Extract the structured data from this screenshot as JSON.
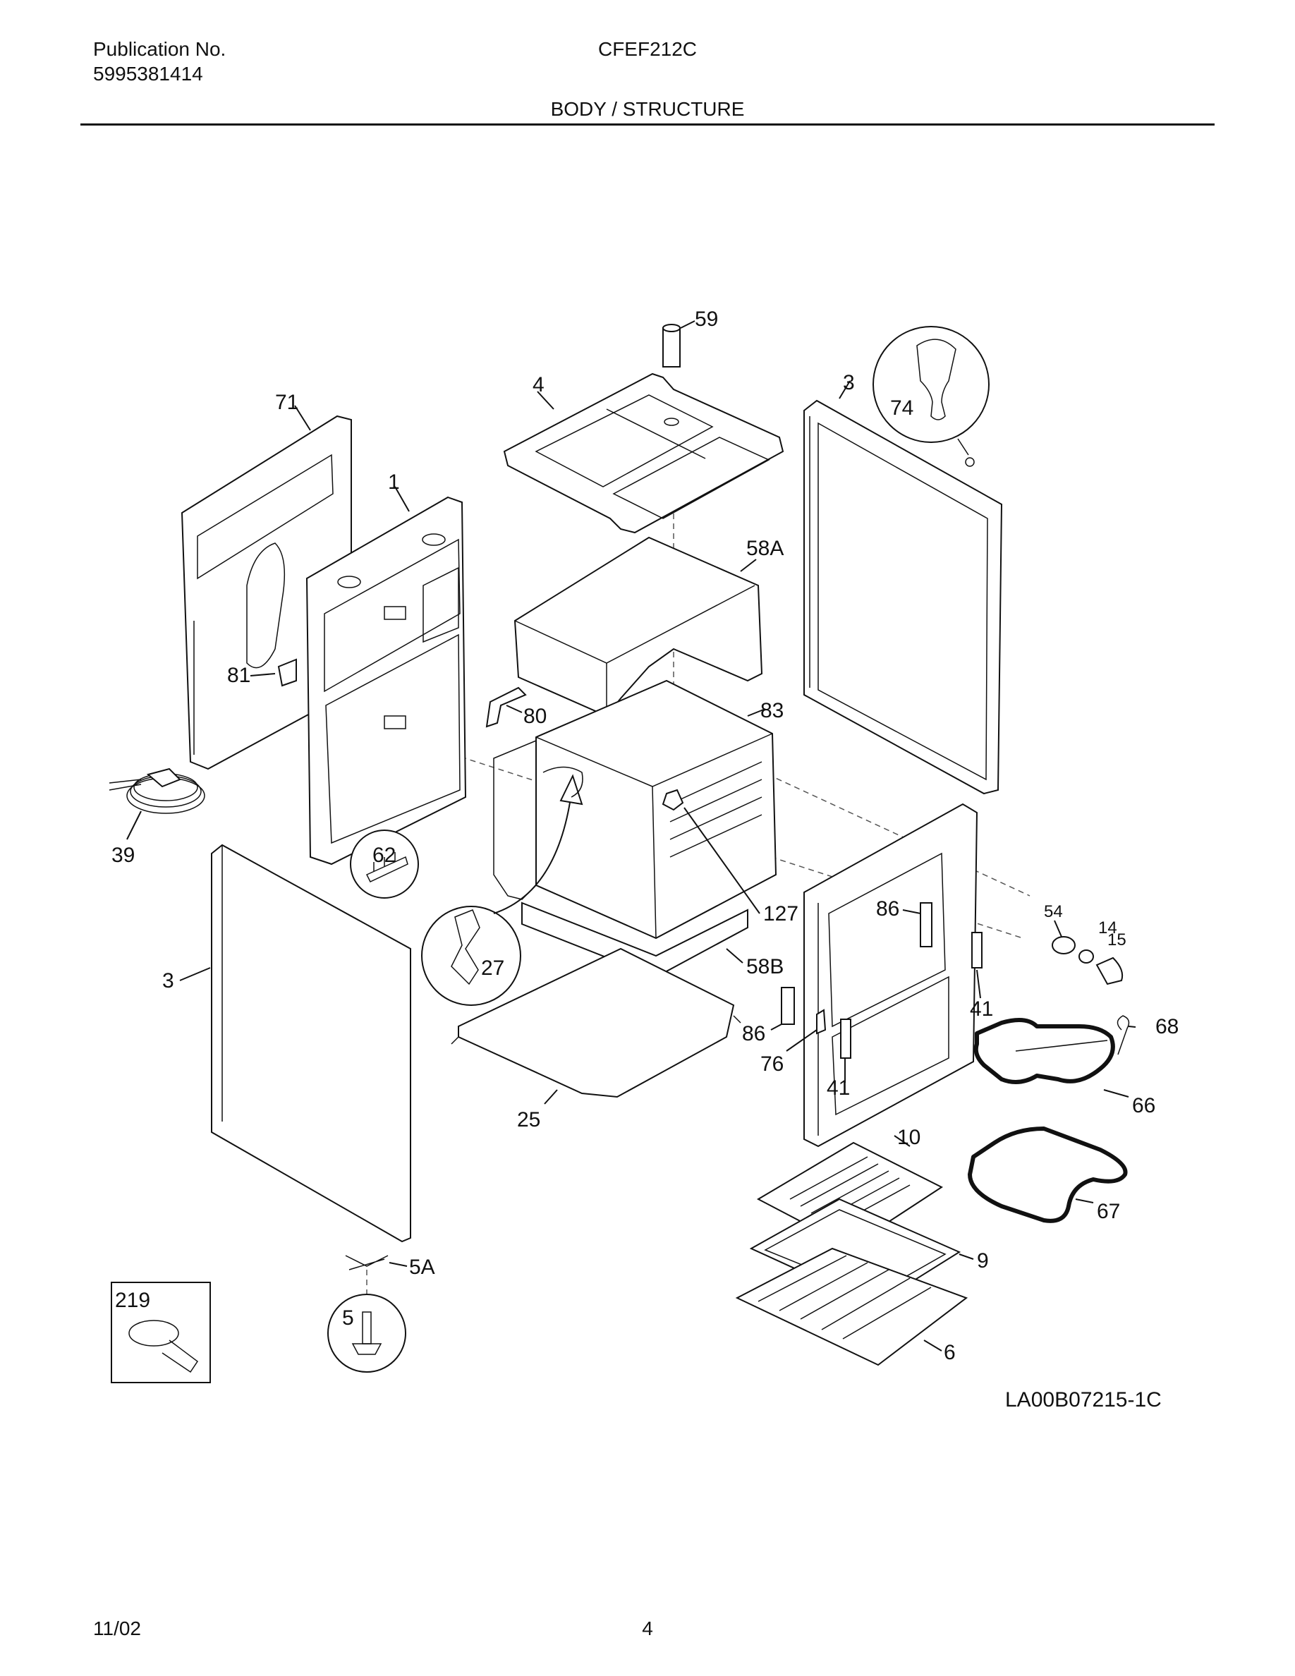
{
  "header": {
    "publication_label": "Publication No.",
    "publication_number": "5995381414",
    "model": "CFEF212C",
    "section_title": "BODY / STRUCTURE"
  },
  "callouts": [
    "59",
    "4",
    "3",
    "74",
    "71",
    "1",
    "58A",
    "81",
    "80",
    "83",
    "39",
    "62",
    "127",
    "86",
    "54",
    "14",
    "15",
    "3",
    "27",
    "58B",
    "41",
    "86",
    "68",
    "76",
    "41",
    "66",
    "25",
    "10",
    "67",
    "9",
    "5A",
    "219",
    "5",
    "6"
  ],
  "figure_code": "LA00B07215-1C",
  "footer": {
    "date": "11/02",
    "page": "4"
  }
}
